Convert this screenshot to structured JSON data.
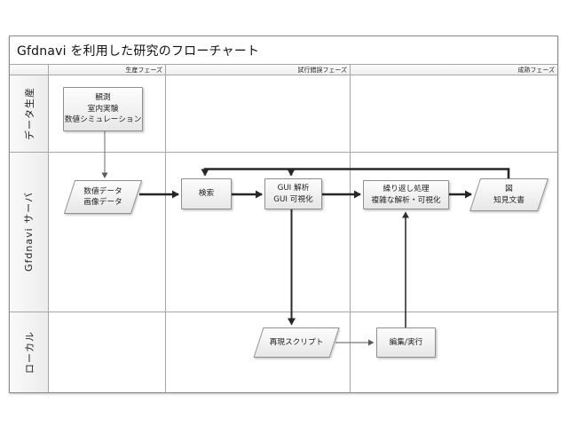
{
  "title": "Gfdnavi を利用した研究のフローチャート",
  "phases": [
    {
      "label": "生産フェーズ"
    },
    {
      "label": "試行錯誤フェーズ"
    },
    {
      "label": "成熟フェーズ"
    }
  ],
  "lanes": [
    {
      "label": "データ生産"
    },
    {
      "label": "Gfdnavi サーバ"
    },
    {
      "label": "ローカル"
    }
  ],
  "nodes": {
    "sources": {
      "shape": "rectangle",
      "lines": [
        "観測",
        "室内実験",
        "数値シミュレーション"
      ]
    },
    "data": {
      "shape": "parallelogram",
      "lines": [
        "数値データ",
        "画像データ"
      ]
    },
    "search": {
      "shape": "rectangle",
      "lines": [
        "検索"
      ]
    },
    "gui": {
      "shape": "rectangle",
      "lines": [
        "GUI 解析",
        "GUI 可視化"
      ]
    },
    "batch": {
      "shape": "rectangle",
      "lines": [
        "繰り返し処理",
        "複雑な解析・可視化"
      ]
    },
    "output": {
      "shape": "parallelogram",
      "lines": [
        "図",
        "知見文書"
      ]
    },
    "script": {
      "shape": "parallelogram",
      "lines": [
        "再現スクリプト"
      ]
    },
    "edit": {
      "shape": "rectangle",
      "lines": [
        "編集/実行"
      ]
    }
  },
  "edges": [
    {
      "from": "sources",
      "to": "data",
      "style": "thin"
    },
    {
      "from": "data",
      "to": "search",
      "style": "thick"
    },
    {
      "from": "search",
      "to": "gui",
      "style": "thick"
    },
    {
      "from": "gui",
      "to": "batch",
      "style": "thick"
    },
    {
      "from": "batch",
      "to": "output",
      "style": "thick"
    },
    {
      "from": "output",
      "to": "search",
      "style": "thick-feedback-loop"
    },
    {
      "from": "output",
      "to": "gui",
      "style": "thick-feedback-loop"
    },
    {
      "from": "gui",
      "to": "script",
      "style": "medium"
    },
    {
      "from": "script",
      "to": "edit",
      "style": "thin"
    },
    {
      "from": "edit",
      "to": "batch",
      "style": "medium"
    }
  ],
  "colors": {
    "arrow_dark": "#262626",
    "arrow_medium": "#2e2e2e",
    "arrow_thin": "#595959",
    "grid_line": "#a6a6a6",
    "panel_fill": "#f2f2f2"
  }
}
